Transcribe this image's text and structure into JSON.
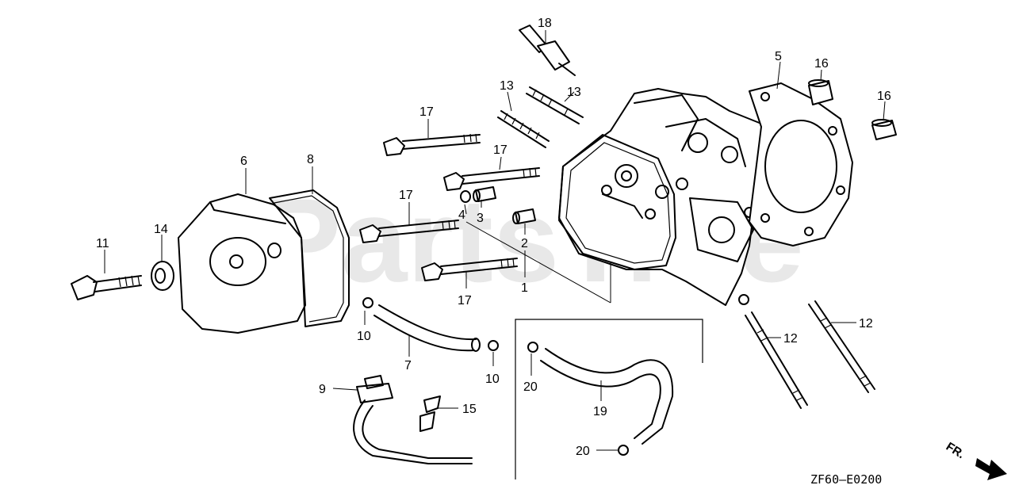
{
  "watermark": "PartsTree",
  "diagram_code": "ZF60—E0200",
  "front_marker": "FR.",
  "callouts": {
    "c1": "1",
    "c2": "2",
    "c3": "3",
    "c4": "4",
    "c5": "5",
    "c6": "6",
    "c7": "7",
    "c8": "8",
    "c9": "9",
    "c10a": "10",
    "c10b": "10",
    "c11": "11",
    "c12a": "12",
    "c12b": "12",
    "c13a": "13",
    "c13b": "13",
    "c14": "14",
    "c15": "15",
    "c16a": "16",
    "c16b": "16",
    "c17a": "17",
    "c17b": "17",
    "c17c": "17",
    "c17d": "17",
    "c18": "18",
    "c19": "19",
    "c20a": "20",
    "c20b": "20"
  }
}
